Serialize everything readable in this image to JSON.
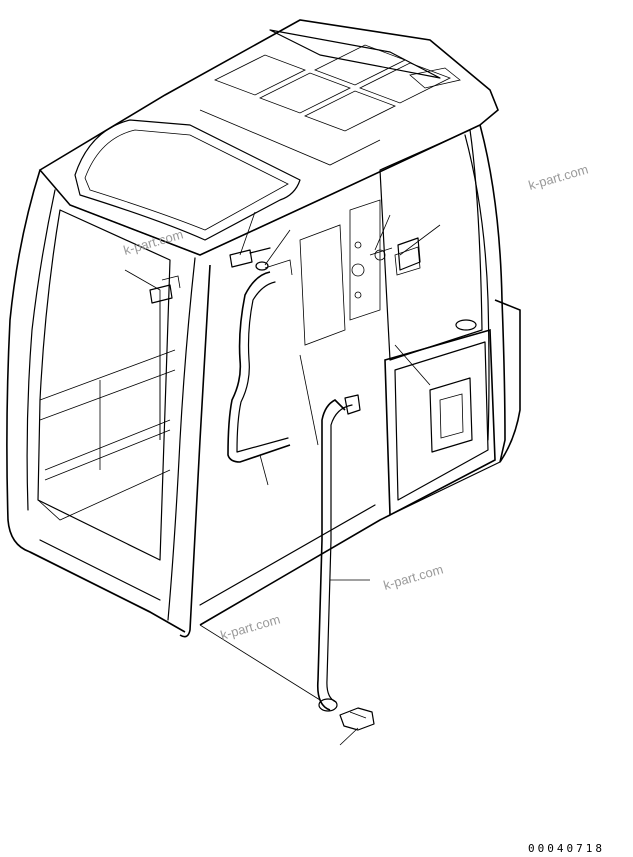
{
  "watermarks": [
    "k-part.com",
    "k-part.com",
    "k-part.com",
    "k-part.com"
  ],
  "document_number": "00040718",
  "parts": [
    "cab-frame",
    "roof-panel",
    "door",
    "handrail-left",
    "handrail-right",
    "bolt-top",
    "washer-top",
    "bolt-bottom",
    "washer-bottom",
    "clip",
    "label-plate"
  ]
}
